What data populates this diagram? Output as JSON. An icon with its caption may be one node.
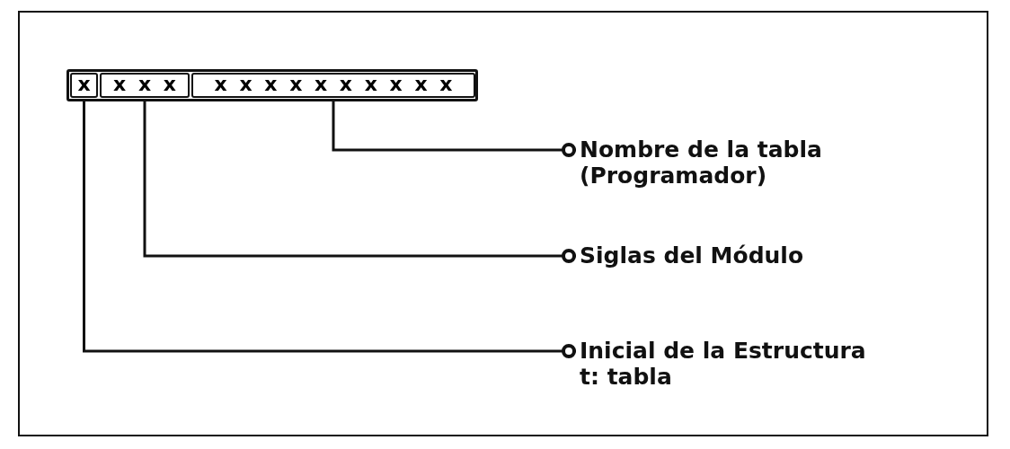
{
  "diagram": {
    "nodes": [
      {
        "text": [
          "x"
        ]
      },
      {
        "text": [
          "x x x"
        ]
      },
      {
        "text": [
          "x x x x x x x x x x"
        ]
      },
      {
        "text": [
          "Nombre de la tabla (Programador)"
        ]
      },
      {
        "text": [
          "Siglas del Módulo"
        ]
      },
      {
        "text": [
          "Inicial de la Estructura",
          "t: tabla"
        ]
      }
    ],
    "edges": [
      {
        "from": 2,
        "to": 3,
        "arrow": "other"
      },
      {
        "from": 1,
        "to": 4,
        "arrow": "other"
      },
      {
        "from": 0,
        "to": 5,
        "arrow": "other"
      }
    ]
  }
}
